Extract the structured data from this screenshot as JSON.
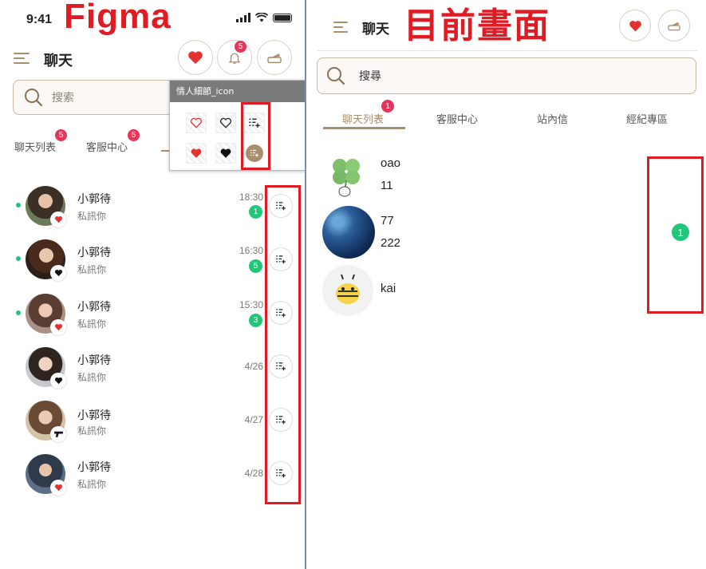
{
  "figma": {
    "label": "Figma",
    "status_time": "9:41",
    "header": {
      "title": "聊天",
      "notification_count": "5"
    },
    "search": {
      "placeholder": "搜索"
    },
    "tabs": [
      {
        "label": "聊天列表",
        "badge": "5"
      },
      {
        "label": "客服中心",
        "badge": "5"
      }
    ],
    "popup": {
      "title": "情人細節_icon"
    },
    "chats": [
      {
        "name": "小郭待",
        "subtitle": "私訊你",
        "time": "18:30",
        "unread": "1",
        "online": true,
        "badge_icon": "heart-red-icon"
      },
      {
        "name": "小郭待",
        "subtitle": "私訊你",
        "time": "16:30",
        "unread": "5",
        "online": true,
        "badge_icon": "heart-black-icon"
      },
      {
        "name": "小郭待",
        "subtitle": "私訊你",
        "time": "15:30",
        "unread": "3",
        "online": true,
        "badge_icon": "heart-red-icon"
      },
      {
        "name": "小郭待",
        "subtitle": "私訊你",
        "time": "4/26",
        "unread": "",
        "online": false,
        "badge_icon": "heart-black-icon"
      },
      {
        "name": "小郭待",
        "subtitle": "私訊你",
        "time": "4/27",
        "unread": "",
        "online": false,
        "badge_icon": "gun-icon"
      },
      {
        "name": "小郭待",
        "subtitle": "私訊你",
        "time": "4/28",
        "unread": "",
        "online": false,
        "badge_icon": "heart-red-icon"
      }
    ]
  },
  "current": {
    "label": "目前畫面",
    "header": {
      "title": "聊天"
    },
    "search": {
      "placeholder": "搜尋"
    },
    "tabs": [
      {
        "label": "聊天列表",
        "badge": "1",
        "active": true
      },
      {
        "label": "客服中心"
      },
      {
        "label": "站內信"
      },
      {
        "label": "經紀專區"
      }
    ],
    "chats": [
      {
        "name": "oao",
        "message": "11"
      },
      {
        "name": "77",
        "message": "222",
        "unread": "1"
      },
      {
        "name": "kai",
        "message": ""
      }
    ]
  },
  "colors": {
    "accent_brown": "#a98e6e",
    "annotation_red": "#e01b24",
    "badge_red": "#e8335a",
    "unread_green": "#22c67a",
    "heart_red": "#e5312f"
  }
}
